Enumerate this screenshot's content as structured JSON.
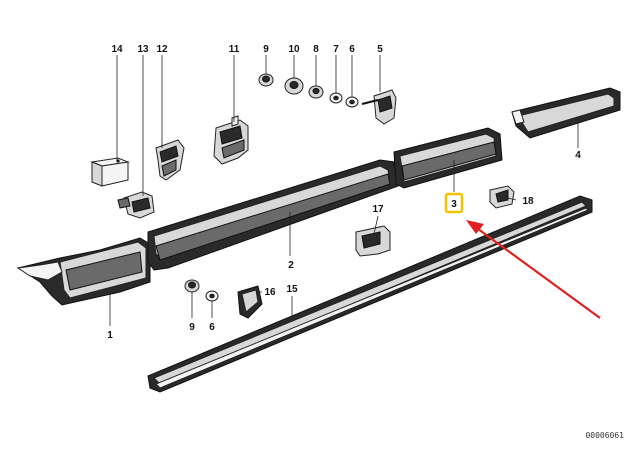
{
  "diagram": {
    "labels": [
      {
        "id": "14",
        "text": "14"
      },
      {
        "id": "13",
        "text": "13"
      },
      {
        "id": "12",
        "text": "12"
      },
      {
        "id": "11",
        "text": "11"
      },
      {
        "id": "9a",
        "text": "9"
      },
      {
        "id": "10",
        "text": "10"
      },
      {
        "id": "8",
        "text": "8"
      },
      {
        "id": "7",
        "text": "7"
      },
      {
        "id": "6a",
        "text": "6"
      },
      {
        "id": "5",
        "text": "5"
      },
      {
        "id": "4",
        "text": "4"
      },
      {
        "id": "3",
        "text": "3"
      },
      {
        "id": "18",
        "text": "18"
      },
      {
        "id": "17",
        "text": "17"
      },
      {
        "id": "2",
        "text": "2"
      },
      {
        "id": "16",
        "text": "16"
      },
      {
        "id": "15",
        "text": "15"
      },
      {
        "id": "9b",
        "text": "9"
      },
      {
        "id": "6b",
        "text": "6"
      },
      {
        "id": "1",
        "text": "1"
      }
    ],
    "highlighted_label": "3",
    "highlight_color": "#f2c200",
    "arrow_color": "#e02020",
    "drawing_code": "00006061"
  }
}
